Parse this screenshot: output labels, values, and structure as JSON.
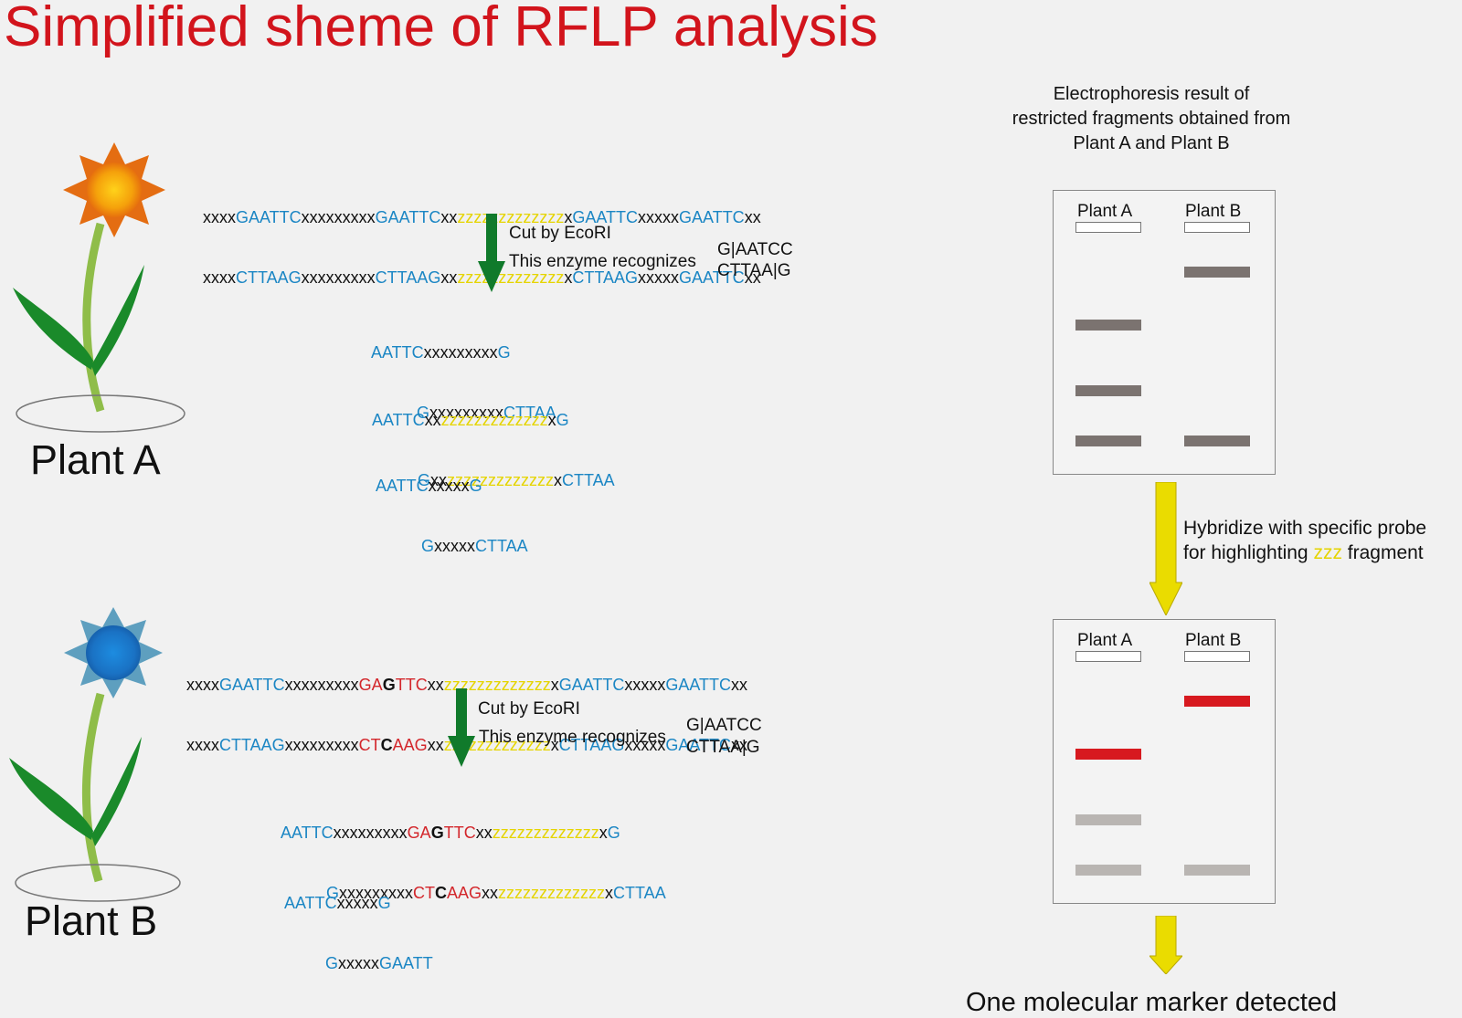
{
  "title": "Simplified sheme of RFLP analysis",
  "plant_a": {
    "label": "Plant A",
    "dna_top": [
      {
        "t": "xxxx",
        "c": "k"
      },
      {
        "t": "GAATTC",
        "c": "b"
      },
      {
        "t": "xxxxxxxxx",
        "c": "k"
      },
      {
        "t": "GAATTC",
        "c": "b"
      },
      {
        "t": "xx",
        "c": "k"
      },
      {
        "t": "zzzzzzzzzzzzz",
        "c": "y"
      },
      {
        "t": "x",
        "c": "k"
      },
      {
        "t": "GAATTC",
        "c": "b"
      },
      {
        "t": "xxxxx",
        "c": "k"
      },
      {
        "t": "GAATTC",
        "c": "b"
      },
      {
        "t": "xx",
        "c": "k"
      }
    ],
    "dna_bottom": [
      {
        "t": "xxxx",
        "c": "k"
      },
      {
        "t": "CTTAAG",
        "c": "b"
      },
      {
        "t": "xxxxxxxxx",
        "c": "k"
      },
      {
        "t": "CTTAAG",
        "c": "b"
      },
      {
        "t": "xx",
        "c": "k"
      },
      {
        "t": "zzzzzzzzzzzzz",
        "c": "y"
      },
      {
        "t": "x",
        "c": "k"
      },
      {
        "t": "CTTAAG",
        "c": "b"
      },
      {
        "t": "xxxxx",
        "c": "k"
      },
      {
        "t": "GAATTC",
        "c": "b"
      },
      {
        "t": "xx",
        "c": "k"
      }
    ],
    "cut_label": "Cut by EcoRI",
    "enzyme_label": "This enzyme recognizes",
    "site_top": "G|AATCC",
    "site_bottom": "CTTAA|G",
    "fragments": [
      {
        "top": [
          {
            "t": "AATTC",
            "c": "b"
          },
          {
            "t": "xxxxxxxxx",
            "c": "k"
          },
          {
            "t": "G",
            "c": "b"
          }
        ],
        "bottom": [
          {
            "t": "G",
            "c": "b"
          },
          {
            "t": "xxxxxxxxx",
            "c": "k"
          },
          {
            "t": "CTTAA",
            "c": "b"
          }
        ]
      },
      {
        "top": [
          {
            "t": "AATTC",
            "c": "b"
          },
          {
            "t": "xx",
            "c": "k"
          },
          {
            "t": "zzzzzzzzzzzzz",
            "c": "y"
          },
          {
            "t": "x",
            "c": "k"
          },
          {
            "t": "G",
            "c": "b"
          }
        ],
        "bottom": [
          {
            "t": "G",
            "c": "b"
          },
          {
            "t": "xx",
            "c": "k"
          },
          {
            "t": "zzzzzzzzzzzzz",
            "c": "y"
          },
          {
            "t": "x",
            "c": "k"
          },
          {
            "t": "CTTAA",
            "c": "b"
          }
        ]
      },
      {
        "top": [
          {
            "t": "AATTC",
            "c": "b"
          },
          {
            "t": "xxxxx",
            "c": "k"
          },
          {
            "t": "G",
            "c": "b"
          }
        ],
        "bottom": [
          {
            "t": "G",
            "c": "b"
          },
          {
            "t": "xxxxx",
            "c": "k"
          },
          {
            "t": "CTTAA",
            "c": "b"
          }
        ]
      }
    ]
  },
  "plant_b": {
    "label": "Plant B",
    "dna_top": [
      {
        "t": "xxxx",
        "c": "k"
      },
      {
        "t": "GAATTC",
        "c": "b"
      },
      {
        "t": "xxxxxxxxx",
        "c": "k"
      },
      {
        "t": "GA",
        "c": "r"
      },
      {
        "t": "G",
        "c": "d"
      },
      {
        "t": "TTC",
        "c": "r"
      },
      {
        "t": "xx",
        "c": "k"
      },
      {
        "t": "zzzzzzzzzzzzz",
        "c": "y"
      },
      {
        "t": "x",
        "c": "k"
      },
      {
        "t": "GAATTC",
        "c": "b"
      },
      {
        "t": "xxxxx",
        "c": "k"
      },
      {
        "t": "GAATTC",
        "c": "b"
      },
      {
        "t": "xx",
        "c": "k"
      }
    ],
    "dna_bottom": [
      {
        "t": "xxxx",
        "c": "k"
      },
      {
        "t": "CTTAAG",
        "c": "b"
      },
      {
        "t": "xxxxxxxxx",
        "c": "k"
      },
      {
        "t": "CT",
        "c": "r"
      },
      {
        "t": "C",
        "c": "d"
      },
      {
        "t": "AAG",
        "c": "r"
      },
      {
        "t": "xx",
        "c": "k"
      },
      {
        "t": "zzzzzzzzzzzzz",
        "c": "y"
      },
      {
        "t": "x",
        "c": "k"
      },
      {
        "t": "CTTAAG",
        "c": "b"
      },
      {
        "t": "xxxxx",
        "c": "k"
      },
      {
        "t": "GAATTC",
        "c": "b"
      },
      {
        "t": "xx",
        "c": "k"
      }
    ],
    "cut_label": "Cut by EcoRI",
    "enzyme_label": "This enzyme recognizes",
    "site_top": "G|AATCC",
    "site_bottom": "CTTAA|G",
    "fragments": [
      {
        "top": [
          {
            "t": "AATTC",
            "c": "b"
          },
          {
            "t": "xxxxxxxxx",
            "c": "k"
          },
          {
            "t": "GA",
            "c": "r"
          },
          {
            "t": "G",
            "c": "d"
          },
          {
            "t": "TTC",
            "c": "r"
          },
          {
            "t": "xx",
            "c": "k"
          },
          {
            "t": "zzzzzzzzzzzzz",
            "c": "y"
          },
          {
            "t": "x",
            "c": "k"
          },
          {
            "t": "G",
            "c": "b"
          }
        ],
        "bottom": [
          {
            "t": "G",
            "c": "b"
          },
          {
            "t": "xxxxxxxxx",
            "c": "k"
          },
          {
            "t": "CT",
            "c": "r"
          },
          {
            "t": "C",
            "c": "d"
          },
          {
            "t": "AAG",
            "c": "r"
          },
          {
            "t": "xx",
            "c": "k"
          },
          {
            "t": "zzzzzzzzzzzzz",
            "c": "y"
          },
          {
            "t": "x",
            "c": "k"
          },
          {
            "t": "CTTAA",
            "c": "b"
          }
        ]
      },
      {
        "top": [
          {
            "t": "AATTC",
            "c": "b"
          },
          {
            "t": "xxxxx",
            "c": "k"
          },
          {
            "t": "G",
            "c": "b"
          }
        ],
        "bottom": [
          {
            "t": "G",
            "c": "b"
          },
          {
            "t": "xxxxx",
            "c": "k"
          },
          {
            "t": "GAATT",
            "c": "b"
          }
        ]
      }
    ]
  },
  "electrophoresis": {
    "caption": [
      "Electrophoresis result of",
      "restricted fragments obtained from",
      "Plant A and Plant B"
    ],
    "lane_a": "Plant A",
    "lane_b": "Plant B"
  },
  "hybridize": {
    "line1": "Hybridize with specific probe",
    "line2_pre": "for highlighting ",
    "line2_hl": "zzz",
    "line2_post": " fragment"
  },
  "result": "One molecular marker detected",
  "colors": {
    "blue": "#1b86c4",
    "yellow": "#e5d400",
    "red": "#d3262b",
    "arrow_green": "#107a2b",
    "arrow_yellow": "#eadc00",
    "band_dark": "#7b7370",
    "band_light": "#b9b5b2",
    "band_red": "#d7191f"
  },
  "icons": [
    "orange-flower-icon",
    "blue-flower-icon",
    "down-arrow-icon"
  ]
}
